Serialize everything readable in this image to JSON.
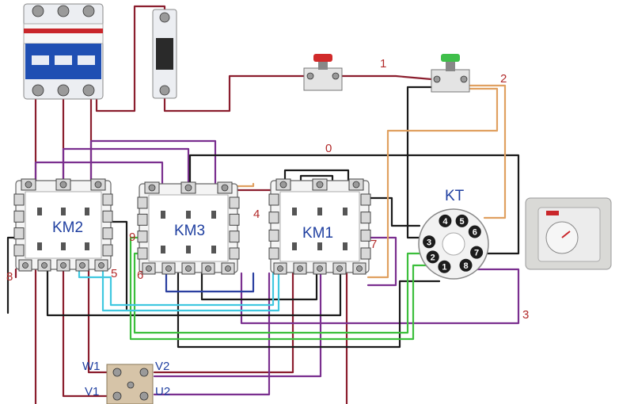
{
  "labels": {
    "km2": "KM2",
    "km3": "KM3",
    "km1": "KM1",
    "kt": "KT",
    "wire_0": "0",
    "wire_1": "1",
    "wire_2": "2",
    "wire_3": "3",
    "wire_4": "4",
    "wire_5": "5",
    "wire_6": "6",
    "wire_7": "7",
    "wire_8": "8",
    "wire_9": "9",
    "motor_w1": "W1",
    "motor_v2": "V2",
    "motor_v1": "V1",
    "motor_u2": "U2"
  },
  "timer_socket_pins": [
    "1",
    "2",
    "3",
    "4",
    "5",
    "6",
    "7",
    "8"
  ],
  "colors": {
    "wire_red": "#8b1e2e",
    "wire_black": "#1a1a1a",
    "wire_purple": "#7a2f8f",
    "wire_orange": "#e0a060",
    "wire_green": "#3cbf3c",
    "wire_cyan": "#40c8e0",
    "wire_blue": "#2a3fa0",
    "label_red": "#b22a2a",
    "label_blue": "#1f3fa0",
    "stop_button": "#d12a2a",
    "start_button": "#3fbf4a"
  }
}
